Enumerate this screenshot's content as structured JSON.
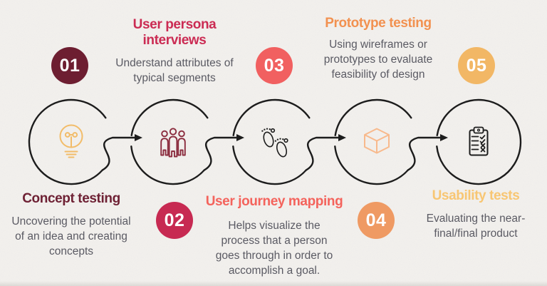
{
  "page": {
    "background_color": "#f3f1ee",
    "line_color": "#1c1c1c",
    "description_color": "#5a5a63"
  },
  "steps": [
    {
      "number": "01",
      "badge_color": "#6d1e31",
      "title": "Concept testing",
      "title_lines": [
        "Concept testing"
      ],
      "title_color": "#6e2134",
      "description_lines": [
        "Uncovering the potential",
        "of an idea and creating",
        "concepts"
      ],
      "icon": "lightbulb-icon",
      "icon_color": "#f2bc69"
    },
    {
      "number": "02",
      "badge_color": "#c72a52",
      "title": "User persona interviews",
      "title_lines": [
        "User persona",
        "interviews"
      ],
      "title_color": "#cb2b53",
      "description_lines": [
        "Understand attributes of",
        "typical segments"
      ],
      "icon": "people-group-icon",
      "icon_color": "#8b2c3e"
    },
    {
      "number": "03",
      "badge_color": "#f16060",
      "title": "User journey mapping",
      "title_lines": [
        "User journey mapping"
      ],
      "title_color": "#f4635c",
      "description_lines": [
        "Helps visualize the",
        "process that a person",
        "goes through in order to",
        "accomplish a goal."
      ],
      "icon": "footprints-icon",
      "icon_color": "#1c1c1c"
    },
    {
      "number": "04",
      "badge_color": "#ef9a63",
      "title": "Prototype testing",
      "title_lines": [
        "Prototype testing"
      ],
      "title_color": "#f29150",
      "description_lines": [
        "Using wireframes or",
        "prototypes to evaluate",
        "feasibility of design"
      ],
      "icon": "cube-icon",
      "icon_color": "#f8b98c"
    },
    {
      "number": "05",
      "badge_color": "#f2b765",
      "title": "Usability tests",
      "title_lines": [
        "Usability tests"
      ],
      "title_color": "#f8c673",
      "description_lines": [
        "Evaluating the near-",
        "final/final product"
      ],
      "icon": "clipboard-checklist-icon",
      "icon_color": "#1c1c1c"
    }
  ]
}
